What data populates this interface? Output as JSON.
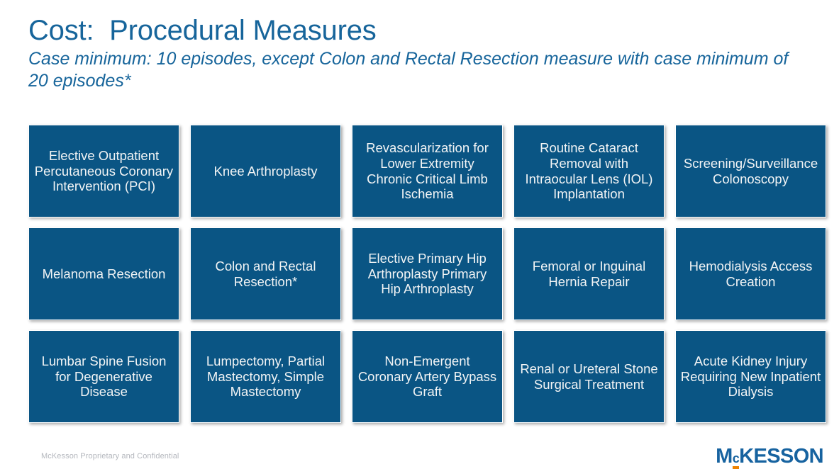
{
  "header": {
    "title": "Cost:  Procedural Measures",
    "subtitle": "Case minimum: 10 episodes, except Colon and Rectal Resection measure with case minimum of 20 episodes*"
  },
  "theme": {
    "title_color": "#17659b",
    "tile_color": "#0a5584",
    "tile_text_color": "#f2f4f5",
    "logo_blue": "#1763a0",
    "logo_orange": "#ef8200",
    "footer_text_color": "#b4b7bd",
    "background": "#ffffff"
  },
  "grid": {
    "columns": 5,
    "rows": 3,
    "tiles": [
      {
        "label": "Elective Outpatient Percutaneous Coronary Intervention (PCI)",
        "row": 1,
        "col": 1
      },
      {
        "label": "Knee Arthroplasty",
        "row": 1,
        "col": 2
      },
      {
        "label": "Revascularization for Lower Extremity Chronic Critical Limb Ischemia",
        "row": 1,
        "col": 3
      },
      {
        "label": "Routine Cataract Removal with Intraocular Lens (IOL) Implantation",
        "row": 1,
        "col": 4
      },
      {
        "label": "Screening/Surveillance Colonoscopy",
        "row": 1,
        "col": 5
      },
      {
        "label": "Melanoma Resection",
        "row": 2,
        "col": 1
      },
      {
        "label": "Colon and Rectal Resection*",
        "row": 2,
        "col": 2
      },
      {
        "label": "Elective Primary Hip Arthroplasty Primary Hip Arthroplasty",
        "row": 2,
        "col": 3
      },
      {
        "label": "Femoral or Inguinal Hernia Repair",
        "row": 2,
        "col": 4
      },
      {
        "label": "Hemodialysis Access Creation",
        "row": 2,
        "col": 5
      },
      {
        "label": "Lumbar Spine Fusion for Degenerative Disease",
        "row": 3,
        "col": 1
      },
      {
        "label": "Lumpectomy, Partial Mastectomy, Simple Mastectomy",
        "row": 3,
        "col": 2
      },
      {
        "label": "Non-Emergent Coronary Artery Bypass Graft",
        "row": 3,
        "col": 3
      },
      {
        "label": "Renal or Ureteral Stone Surgical Treatment",
        "row": 3,
        "col": 4
      },
      {
        "label": "Acute Kidney Injury Requiring New Inpatient Dialysis",
        "row": 3,
        "col": 5
      }
    ]
  },
  "footer": {
    "note": "McKesson Proprietary and Confidential",
    "logo": {
      "m": "M",
      "c": "c",
      "rest": "KESSON"
    }
  }
}
